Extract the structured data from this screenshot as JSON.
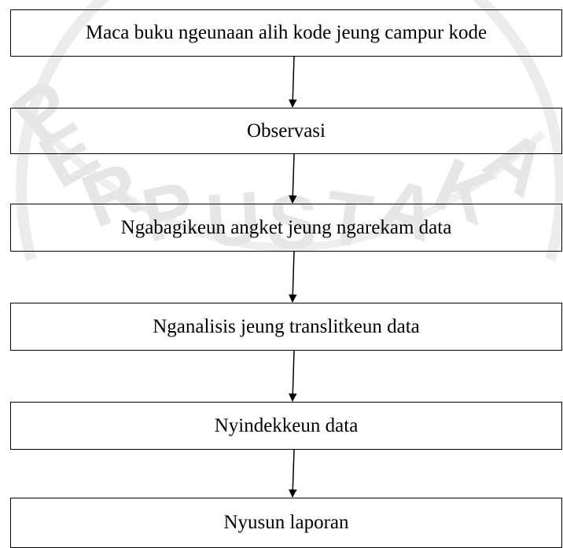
{
  "watermark": {
    "letters": [
      "P",
      "E",
      "R",
      "P",
      "U",
      "S",
      "T",
      "A",
      "K",
      "A"
    ]
  },
  "flowchart": {
    "steps": [
      {
        "label": "Maca buku ngeunaan alih kode jeung campur kode"
      },
      {
        "label": "Observasi"
      },
      {
        "label": "Ngabagikeun angket jeung ngarekam data"
      },
      {
        "label": "Nganalisis jeung translitkeun data"
      },
      {
        "label": "Nyindekkeun data"
      },
      {
        "label": "Nyusun laporan"
      }
    ]
  },
  "colors": {
    "line": "#000000",
    "watermark": "#e6e6e6",
    "background": "#ffffff"
  }
}
